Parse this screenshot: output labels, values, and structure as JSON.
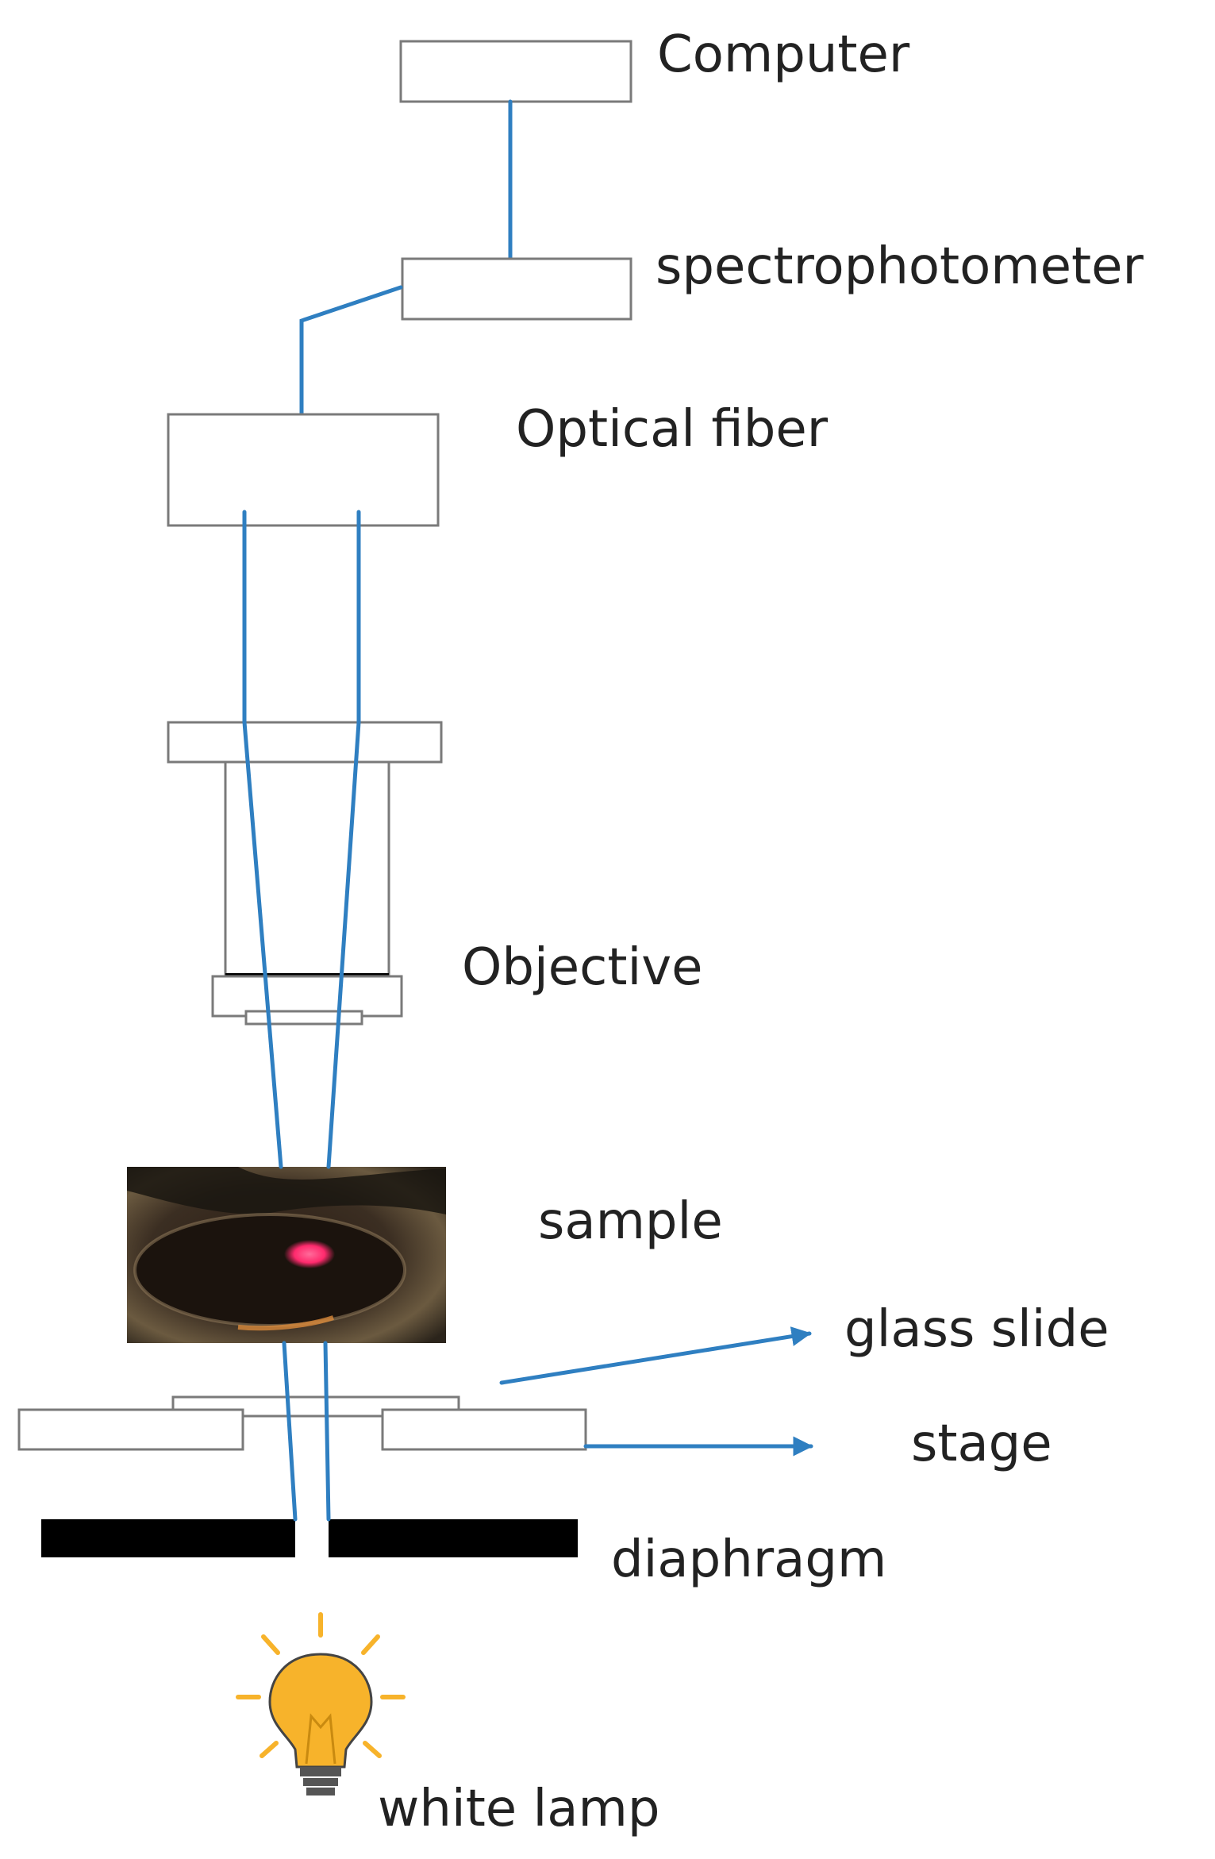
{
  "labels": {
    "computer": "Computer",
    "spectrophotometer": "spectrophotometer",
    "optical_fiber": "Optical fiber",
    "objective": "Objective",
    "sample": "sample",
    "glass_slide": "glass slide",
    "stage": "stage",
    "diaphragm": "diaphragm",
    "white_lamp": "white lamp"
  },
  "colors": {
    "light_path": "#2f7fc1",
    "outline": "#7a7a7a",
    "diaphragm": "#000000",
    "sample_spot": "#ff2a6d",
    "bulb": "#f7b32b"
  },
  "icons": {
    "lamp": "lightbulb-icon"
  }
}
